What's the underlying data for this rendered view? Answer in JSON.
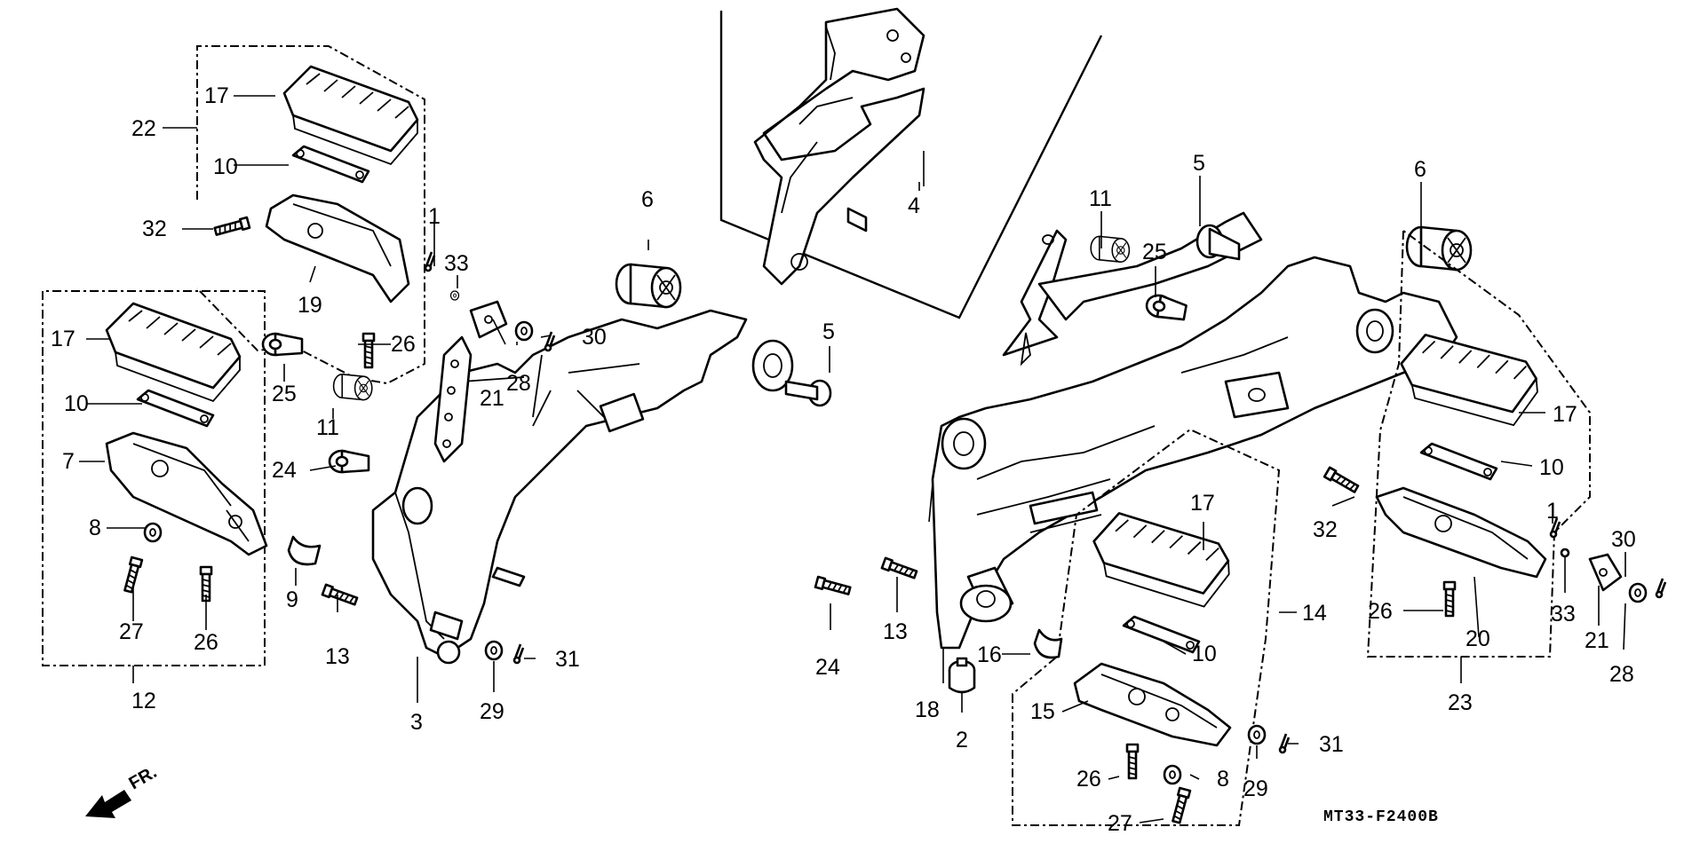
{
  "diagram": {
    "drawing_code": "MT33-F2400B",
    "direction_label": "FR.",
    "callouts": {
      "c_17a": "17",
      "c_22": "22",
      "c_10a": "10",
      "c_32a": "32",
      "c_1a": "1",
      "c_33a": "33",
      "c_19": "19",
      "c_26a": "26",
      "c_21a": "21",
      "c_28a": "28",
      "c_30a": "30",
      "c_6a": "6",
      "c_5a": "5",
      "c_4": "4",
      "c_17b": "17",
      "c_10b": "10",
      "c_7": "7",
      "c_8a": "8",
      "c_27a": "27",
      "c_26b": "26",
      "c_12": "12",
      "c_25a": "25",
      "c_11a": "11",
      "c_24a": "24",
      "c_9": "9",
      "c_13a": "13",
      "c_3": "3",
      "c_29a": "29",
      "c_31a": "31",
      "c_11b": "11",
      "c_5b": "5",
      "c_25b": "25",
      "c_6b": "6",
      "c_17c": "17",
      "c_10c": "10",
      "c_32b": "32",
      "c_1b": "1",
      "c_30b": "30",
      "c_26c": "26",
      "c_20": "20",
      "c_33b": "33",
      "c_21b": "21",
      "c_28b": "28",
      "c_23": "23",
      "c_17d": "17",
      "c_14": "14",
      "c_10d": "10",
      "c_24b": "24",
      "c_13b": "13",
      "c_16": "16",
      "c_18": "18",
      "c_2": "2",
      "c_15": "15",
      "c_26d": "26",
      "c_8b": "8",
      "c_27b": "27",
      "c_29b": "29",
      "c_31b": "31"
    }
  }
}
